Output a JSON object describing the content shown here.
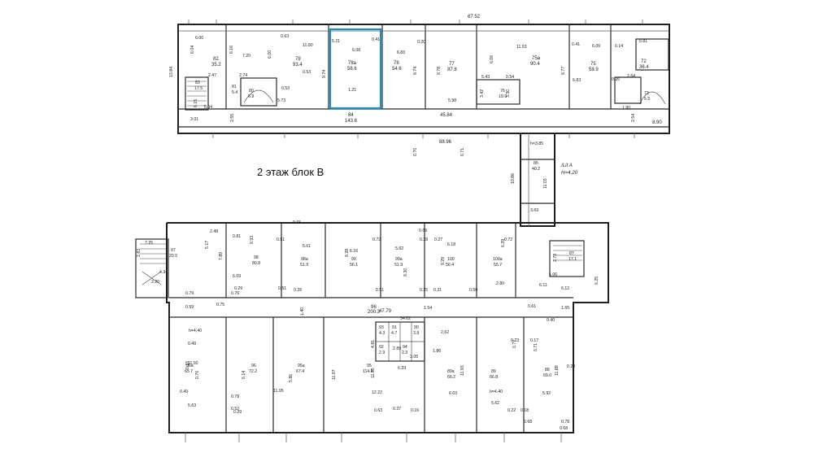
{
  "title": "2 этаж блок В",
  "lit": "/Lit A",
  "height_note": "H=4,20",
  "top_block": {
    "overall": "67.52",
    "side": "13.84",
    "corridor_len": "45.84",
    "outer_bottom": "8.90",
    "rooms": [
      {
        "num": "82",
        "area": "35.2"
      },
      {
        "num": "79",
        "area": "93.4"
      },
      {
        "num": "78a",
        "area": "58.6"
      },
      {
        "num": "78",
        "area": "54.6"
      },
      {
        "num": "77",
        "area": "87.8"
      },
      {
        "num": "75a",
        "area": "90.4"
      },
      {
        "num": "75",
        "area": "58.9"
      },
      {
        "num": "72",
        "area": "36.4"
      },
      {
        "num": "83",
        "area": "17.5"
      },
      {
        "num": "81",
        "area": "5.4"
      },
      {
        "num": "80",
        "area": "6.9"
      },
      {
        "num": "84",
        "area": "143.6"
      },
      {
        "num": "76",
        "area": "19.9"
      },
      {
        "num": "73",
        "area": "5.5"
      }
    ],
    "dims": [
      "6.00",
      "6.04",
      "6.16",
      "7.20",
      "0.63",
      "11.80",
      "6.00",
      "6.08",
      "5.21",
      "0.41",
      "6.83",
      "0.20",
      "9.74",
      "9.78",
      "6.06",
      "11.53",
      "0.41",
      "6.09",
      "0.14",
      "5.81",
      "2.47",
      "2.74",
      "0.53",
      "9.74",
      "0.53",
      "5.43",
      "0.54",
      "9.77",
      "1.80",
      "2.64",
      "6.15",
      "5.04",
      "5.73",
      "5.98",
      "3.42",
      "3.30",
      "3.01",
      "2.55",
      "2.54",
      "0.26",
      "1.21",
      "6.83"
    ]
  },
  "connector": {
    "overall": "88.96",
    "dims": [
      "0.70",
      "0.71",
      "10.86",
      "11.03",
      "3.69"
    ],
    "room": {
      "num": "85",
      "area": "40.2"
    },
    "h": "h=3.85"
  },
  "bottom_block": {
    "overall": "47.79",
    "corridor": {
      "num": "96",
      "area": "200.3"
    },
    "upper_rooms": [
      {
        "num": "97",
        "area": "20.5"
      },
      {
        "num": "98",
        "area": "80.8"
      },
      {
        "num": "98a",
        "area": "51.9"
      },
      {
        "num": "99",
        "area": "56.1"
      },
      {
        "num": "99a",
        "area": "51.9"
      },
      {
        "num": "100",
        "area": "56.4"
      },
      {
        "num": "100a",
        "area": "55.7"
      },
      {
        "num": "87",
        "area": "17.1"
      }
    ],
    "lower_rooms": [
      {
        "num": "96a",
        "area": "65.7"
      },
      {
        "num": "96",
        "area": "72.2"
      },
      {
        "num": "95a",
        "area": "67.4"
      },
      {
        "num": "95",
        "area": "114.4"
      },
      {
        "num": "89a",
        "area": "66.2"
      },
      {
        "num": "89",
        "area": "66.8"
      },
      {
        "num": "88",
        "area": "69.0"
      }
    ],
    "wc": [
      {
        "num": "93",
        "area": "4.3"
      },
      {
        "num": "91",
        "area": "4.7"
      },
      {
        "num": "90",
        "area": "3.9"
      },
      {
        "num": "92",
        "area": "2.9"
      },
      {
        "num": "94",
        "area": "2.3"
      }
    ],
    "dims": [
      "2.48",
      "7.25",
      "5.17",
      "2.83",
      "7.89",
      "4.34",
      "2.20",
      "0.81",
      "9.93",
      "0.51",
      "9.65",
      "5.61",
      "6.16",
      "9.28",
      "0.72",
      "5.62",
      "0.69",
      "0.28",
      "0.27",
      "6.18",
      "6.29",
      "0.72",
      "9.30",
      "6.69",
      "9.29",
      "0.25",
      "0.21",
      "0.51",
      "0.26",
      "0.50",
      "0.51",
      "0.29",
      "0.76",
      "0.79",
      "0.59",
      "0.75",
      "1.40",
      "34.02",
      "1.54",
      "0.61",
      "0.40",
      "6.12",
      "1.65",
      "1.06",
      "6.25",
      "2.73",
      "2.80",
      "6.11",
      "h=4,40",
      "0.49",
      "0.76",
      "11.92",
      "0.15",
      "0.49",
      "5.63",
      "0.78",
      "6.14",
      "11.95",
      "5.86",
      "11.97",
      "11.95",
      "12.22",
      "6.03",
      "11.93",
      "0.63",
      "6.29",
      "5.62",
      "5.92",
      "11.89",
      "0.20",
      "0.52",
      "0.37",
      "0.16",
      "0.22",
      "0.18",
      "h=4,40",
      "0.29",
      "4.81",
      "2.89",
      "3.05",
      "1.86",
      "2.62",
      "0.23",
      "0.17",
      "0.77",
      "0.71",
      "0.68",
      "0.78",
      "0.68"
    ]
  }
}
